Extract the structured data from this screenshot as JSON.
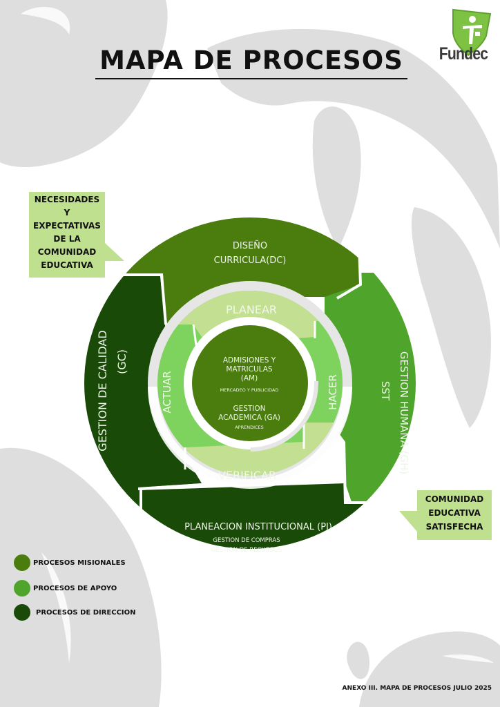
{
  "header": {
    "title": "MAPA DE PROCESOS",
    "logo_text": "Fundec"
  },
  "colors": {
    "misionales": "#4b7d0e",
    "apoyo": "#4fa52b",
    "direccion": "#1a4a08",
    "pdca_light": "#c2df92",
    "pdca_mid": "#7dd35d",
    "callout_bg": "#bfe08e",
    "ring_gap": "#e6e6e6",
    "background_shapes": "#dedede"
  },
  "input_callout": {
    "lines": [
      "NECESIDADES",
      "Y",
      "EXPECTATIVAS",
      "DE LA",
      "COMUNIDAD",
      "EDUCATIVA"
    ]
  },
  "output_callout": {
    "lines": [
      "COMUNIDAD",
      "EDUCATIVA",
      "SATISFECHA"
    ]
  },
  "outer_ring": {
    "top": {
      "lines": [
        "DISEÑO",
        "CURRICULA(DC)"
      ]
    },
    "right": {
      "title": "GESTION HUMANA (GH)",
      "sub": "SST"
    },
    "bottom": {
      "title": "PLANEACION INSTITUCIONAL (PI)",
      "subs": [
        "GESTION DE COMPRAS",
        "GESTION DE RECURSOS"
      ]
    },
    "left": {
      "title": "GESTION DE CALIDAD",
      "sub": "(GC)"
    }
  },
  "pdca": {
    "planear": "PLANEAR",
    "hacer": "HACER",
    "verificar": "VERIFICAR",
    "actuar": "ACTUAR"
  },
  "center": {
    "am_lines": [
      "ADMISIONES Y",
      "MATRICULAS",
      "(AM)"
    ],
    "am_sub": "MERCADEO Y PUBLICIDAD",
    "ga_lines": [
      "GESTION",
      "ACADEMICA (GA)"
    ],
    "ga_sub": "APRENDICES"
  },
  "legend": [
    {
      "label": "PROCESOS MISIONALES",
      "color": "#4b7d0e"
    },
    {
      "label": "PROCESOS DE APOYO",
      "color": "#4fa52b"
    },
    {
      "label": "PROCESOS DE DIRECCION",
      "color": "#1a4a08"
    }
  ],
  "footer": "ANEXO III. MAPA DE PROCESOS JULIO 2025"
}
